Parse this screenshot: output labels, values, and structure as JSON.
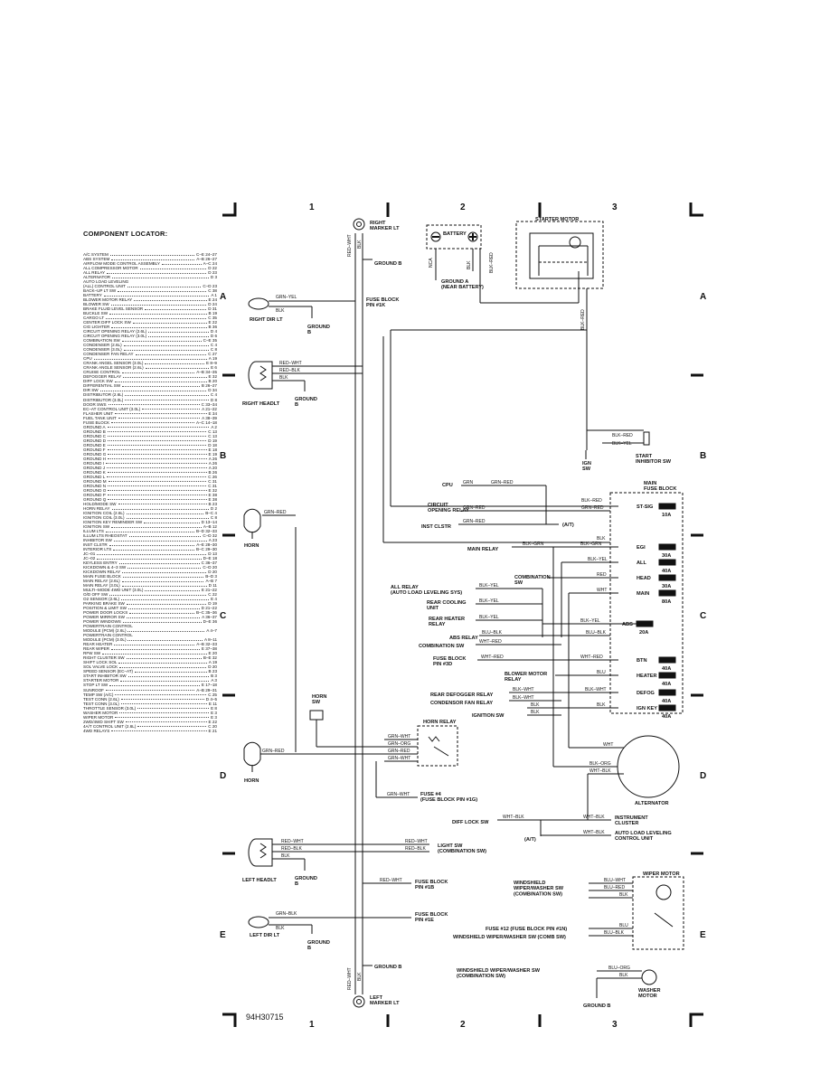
{
  "locator": {
    "title": "COMPONENT LOCATOR:",
    "items": [
      {
        "name": "A/C SYSTEM",
        "ref": "C–E 24–27"
      },
      {
        "name": "ABS SYSTEM",
        "ref": "A–B 26–27"
      },
      {
        "name": "AIRFLOW MODE CONTROL ASSEMBLY",
        "ref": "A–C 24"
      },
      {
        "name": "ALL COMPRESSOR MOTOR",
        "ref": "D 22"
      },
      {
        "name": "ALL RELAY",
        "ref": "D 23"
      },
      {
        "name": "ALTERNATOR",
        "ref": "D 3"
      },
      {
        "name": "AUTO LOAD LEVELING",
        "ref": ""
      },
      {
        "name": "  (ALL) CONTROL UNIT",
        "ref": "C–D 23"
      },
      {
        "name": "BACK–UP LT SW",
        "ref": "C 38"
      },
      {
        "name": "BATTERY",
        "ref": "A 1"
      },
      {
        "name": "BLOWER MOTOR RELAY",
        "ref": "E 24"
      },
      {
        "name": "BLOWER SW",
        "ref": "D 24"
      },
      {
        "name": "BRAKE FLUID LEVEL SENSOR",
        "ref": "D 31"
      },
      {
        "name": "BUCKLE SW",
        "ref": "B 19"
      },
      {
        "name": "CARGO LT",
        "ref": "C 35"
      },
      {
        "name": "CENTER DIFF LOCK SW",
        "ref": "E 22"
      },
      {
        "name": "CIG LIGHTER",
        "ref": "B 36"
      },
      {
        "name": "CIRCUIT OPENING RELAY (2.6L)",
        "ref": "D 4"
      },
      {
        "name": "CIRCUIT OPENING RELAY (3.0L)",
        "ref": "D 6"
      },
      {
        "name": "COMBINATION SW",
        "ref": "C–E 35"
      },
      {
        "name": "CONDENSER (2.6L)",
        "ref": "C 4"
      },
      {
        "name": "CONDENSER (3.0L)",
        "ref": "C 8"
      },
      {
        "name": "CONDENSER FAN RELAY",
        "ref": "C 27"
      },
      {
        "name": "CPU",
        "ref": "A 19"
      },
      {
        "name": "CRANK ANGEL SENSOR (3.0L)",
        "ref": "E 8–9"
      },
      {
        "name": "CRANK ANGLE SENSOR (2.6L)",
        "ref": "E 6"
      },
      {
        "name": "CRUISE CONTROL",
        "ref": "A–B 34–35"
      },
      {
        "name": "DEFOGGER RELAY",
        "ref": "E 32"
      },
      {
        "name": "DIFF LOCK SW",
        "ref": "B 20"
      },
      {
        "name": "DIFFERENTIAL SW",
        "ref": "B 26–27"
      },
      {
        "name": "DIR SW",
        "ref": "D 34"
      },
      {
        "name": "DISTRIBUTOR (2.6L)",
        "ref": "C 4"
      },
      {
        "name": "DISTRIBUTOR (3.0L)",
        "ref": "D 8"
      },
      {
        "name": "DOOR SWS",
        "ref": "C 33–34"
      },
      {
        "name": "EC–AT CONTROL UNIT (3.0L)",
        "ref": "A 21–22"
      },
      {
        "name": "FLASHER UNIT",
        "ref": "E 34"
      },
      {
        "name": "FUEL TANK UNIT",
        "ref": "A 38–39"
      },
      {
        "name": "FUSE BLOCK",
        "ref": "A–C 14–18"
      },
      {
        "name": "GROUND A",
        "ref": "A 2"
      },
      {
        "name": "GROUND B",
        "ref": "C 13"
      },
      {
        "name": "GROUND C",
        "ref": "C 13"
      },
      {
        "name": "GROUND D",
        "ref": "D 19"
      },
      {
        "name": "GROUND E",
        "ref": "D 18"
      },
      {
        "name": "GROUND F",
        "ref": "E 18"
      },
      {
        "name": "GROUND G",
        "ref": "E 19"
      },
      {
        "name": "GROUND H",
        "ref": "A 26"
      },
      {
        "name": "GROUND I",
        "ref": "A 26"
      },
      {
        "name": "GROUND J",
        "ref": "A 20"
      },
      {
        "name": "GROUND K",
        "ref": "B 26"
      },
      {
        "name": "GROUND L",
        "ref": "C 26"
      },
      {
        "name": "GROUND M",
        "ref": "C 31"
      },
      {
        "name": "GROUND N",
        "ref": "C 31"
      },
      {
        "name": "GROUND O",
        "ref": "E 32"
      },
      {
        "name": "GROUND P",
        "ref": "E 38"
      },
      {
        "name": "GROUND Q",
        "ref": "E 38"
      },
      {
        "name": "HOLD/MODE SW",
        "ref": "B 23"
      },
      {
        "name": "HORN RELAY",
        "ref": "D 2"
      },
      {
        "name": "IGNITION COIL (2.6L)",
        "ref": "B–C 4"
      },
      {
        "name": "IGNITION COIL (3.0L)",
        "ref": "C 8"
      },
      {
        "name": "IGNITION KEY REMINDER SW",
        "ref": "D 13–14"
      },
      {
        "name": "IGNITION SW",
        "ref": "A–B 12"
      },
      {
        "name": "ILLUM LTS",
        "ref": "B–D 32–33"
      },
      {
        "name": "ILLUM LTS RHEOSTAT",
        "ref": "C–D 32"
      },
      {
        "name": "INHIBITOR SW",
        "ref": "A 23"
      },
      {
        "name": "INST CLSTR",
        "ref": "A–E 28–30"
      },
      {
        "name": "INTERIOR LTS",
        "ref": "B–C 29–30"
      },
      {
        "name": "JC–01",
        "ref": "D 13"
      },
      {
        "name": "JC–02",
        "ref": "D–E 18"
      },
      {
        "name": "KEYLESS ENTRY",
        "ref": "C 36–37"
      },
      {
        "name": "KICKDOWN & 4–3 SW",
        "ref": "C–D 20"
      },
      {
        "name": "KICKDOWN RELAY",
        "ref": "D 20"
      },
      {
        "name": "MAIN FUSE BLOCK",
        "ref": "B–D 3"
      },
      {
        "name": "MAIN RELAY (2.6L)",
        "ref": "A–B 7"
      },
      {
        "name": "MAIN RELAY (3.0L)",
        "ref": "D 11"
      },
      {
        "name": "MULTI–MODE 4WD UNIT (3.0L)",
        "ref": "E 21–22"
      },
      {
        "name": "O/D OFF SW",
        "ref": "C 22"
      },
      {
        "name": "O2 SENSOR (2.6L)",
        "ref": "E 4"
      },
      {
        "name": "PARKING BRAKE SW",
        "ref": "D 19"
      },
      {
        "name": "POSITION & LIMIT SW",
        "ref": "D 21–22"
      },
      {
        "name": "POWER DOOR LOCKS",
        "ref": "B–C 35–36"
      },
      {
        "name": "POWER MIRROR SW",
        "ref": "A 36–37"
      },
      {
        "name": "POWER WINDOWS",
        "ref": "D–E 36"
      },
      {
        "name": "POWERTRAIN CONTROL",
        "ref": ""
      },
      {
        "name": "  MODULE (PCM) (2.6L)",
        "ref": "A 4–7"
      },
      {
        "name": "POWERTRAIN CONTROL",
        "ref": ""
      },
      {
        "name": "  MODULE (PCM) (3.0L)",
        "ref": "A 8–11"
      },
      {
        "name": "REAR HEATER",
        "ref": "A–B 32–33"
      },
      {
        "name": "REAR WIPER",
        "ref": "E 37–38"
      },
      {
        "name": "RFW SW",
        "ref": "E 20"
      },
      {
        "name": "RIGHT CLUSTER SW",
        "ref": "B–E 32"
      },
      {
        "name": "SHIFT LOCK SOL",
        "ref": "A 19"
      },
      {
        "name": "SOL VALVE LOCK",
        "ref": "D 20"
      },
      {
        "name": "SPEED SENSOR (EC–AT)",
        "ref": "B 23"
      },
      {
        "name": "START INHIBITOR SW",
        "ref": "B 3"
      },
      {
        "name": "STARTER MOTOR",
        "ref": "A 3"
      },
      {
        "name": "STOP LT SW",
        "ref": "E 17–18"
      },
      {
        "name": "SUNROOF",
        "ref": "A–B 29–31"
      },
      {
        "name": "TEMP SW (A/C)",
        "ref": "C 25"
      },
      {
        "name": "TEST CONN (2.6L)",
        "ref": "D 4–5"
      },
      {
        "name": "TEST CONN (3.0L)",
        "ref": "E 11"
      },
      {
        "name": "THROTTLE SENSOR (3.0L)",
        "ref": "E 8"
      },
      {
        "name": "WASHER MOTOR",
        "ref": "E 3"
      },
      {
        "name": "WIPER MOTOR",
        "ref": "E 3"
      },
      {
        "name": "2WD/4WD SHIFT SW",
        "ref": "E 22"
      },
      {
        "name": "4A/T CONTROL UNIT (2.6L)",
        "ref": "C 20"
      },
      {
        "name": "4WD RELAYS",
        "ref": "E 21"
      }
    ]
  },
  "grid": {
    "columns": [
      "1",
      "2",
      "3"
    ],
    "rows": [
      "A",
      "B",
      "C",
      "D",
      "E"
    ]
  },
  "diagram_code": "94H30715",
  "labels": {
    "right_marker_lt": "RIGHT\nMARKER LT",
    "left_marker_lt": "LEFT\nMARKER LT",
    "ground_b": "GROUND B",
    "ground_b_stack": "GROUND\nB",
    "battery": "BATTERY",
    "ground_a": "GROUND A\n(NEAR BATTERY)",
    "starter_motor": "STARTER MOTOR",
    "fuse_block_1k": "FUSE BLOCK\nPIN #1K",
    "fuse_block_1b": "FUSE BLOCK\nPIN #1B",
    "fuse_block_1e": "FUSE BLOCK\nPIN #1E",
    "right_dir_lt": "RIGHT DIR LT",
    "left_dir_lt": "LEFT DIR LT",
    "right_headlt": "RIGHT HEADLT",
    "left_headlt": "LEFT HEADLT",
    "ign_sw": "IGN\nSW",
    "start_inhibitor": "START\nINHIBITOR SW",
    "main_fuse_block": "MAIN\nFUSE BLOCK",
    "cpu": "CPU",
    "circuit_opening_relay": "CIRCUIT\nOPENING RELAY",
    "inst_clstr": "INST CLSTR",
    "at": "(A/T)",
    "main_relay": "MAIN RELAY",
    "combination_sw": "COMBINATION\nSW",
    "all_relay": "ALL RELAY\n(AUTO LOAD LEVELING SYS)",
    "rear_cooling_unit": "REAR COOLING\nUNIT",
    "rear_heater_relay": "REAR HEATER\nRELAY",
    "abs_relay": "ABS RELAY",
    "combination_sw2": "COMBINATION SW",
    "fuse_block_3d": "FUSE BLOCK\nPIN #3D",
    "blower_motor_relay": "BLOWER MOTOR\nRELAY",
    "rear_defogger_relay": "REAR DEFOGGER RELAY",
    "condensor_fan_relay": "CONDENSOR FAN RELAY",
    "ignition_sw": "IGNITION SW",
    "horn": "HORN",
    "horn_sw": "HORN\nSW",
    "horn_relay": "HORN RELAY",
    "fuse_4": "FUSE #4\n(FUSE BLOCK PIN #1G)",
    "alternator": "ALTERNATOR",
    "diff_lock_sw": "DIFF LOCK SW",
    "instrument_cluster": "INSTRUMENT\nCLUSTER",
    "auto_load_leveling": "AUTO LOAD LEVELING\nCONTROL UNIT",
    "light_sw": "LIGHT SW\n(COMBINATION SW)",
    "wiper_motor": "WIPER MOTOR",
    "windshield_wiper_sw": "WINDSHIELD\nWIPER/WASHER SW\n(COMBINATION SW)",
    "fuse_12": "FUSE #12 (FUSE BLOCK PIN #1N)",
    "windshield_wiper_comb": "WINDSHIELD WIPER/WASHER SW (COMB SW)",
    "windshield_washer_sw": "WINDSHIELD WIPER/WASHER SW\n(COMBINATION SW)",
    "washer_motor": "WASHER\nMOTOR",
    "ground_b_text": "GROUND B"
  },
  "fuses": [
    {
      "name": "ST-SIG",
      "rating": "10A"
    },
    {
      "name": "EGI",
      "rating": "30A"
    },
    {
      "name": "ALL",
      "rating": "40A"
    },
    {
      "name": "HEAD",
      "rating": "30A"
    },
    {
      "name": "MAIN",
      "rating": "80A"
    },
    {
      "name": "ABS",
      "rating": "20A"
    },
    {
      "name": "BTN",
      "rating": "40A"
    },
    {
      "name": "HEATER",
      "rating": "40A"
    },
    {
      "name": "DEFOG",
      "rating": "40A"
    },
    {
      "name": "IGN KEY",
      "rating": "40A"
    }
  ],
  "wires": {
    "red_wht": "RED–WHT",
    "red_blk": "RED–BLK",
    "blk": "BLK",
    "grn_yel": "GRN–YEL",
    "grn_blk": "GRN–BLK",
    "grn_red": "GRN–RED",
    "grn": "GRN",
    "blk_red": "BLK–RED",
    "blk_yel": "BLK–YEL",
    "blk_grn": "BLK–GRN",
    "wht_red": "WHT–RED",
    "blu_blk": "BLU–BLK",
    "blk_wht": "BLK–WHT",
    "blu": "BLU",
    "red": "RED",
    "wht": "WHT",
    "grn_wht": "GRN–WHT",
    "grn_org": "GRN–ORG",
    "blk_org": "BLK–ORG",
    "wht_blk": "WHT–BLK",
    "blu_wht": "BLU–WHT",
    "blu_red": "BLU–RED",
    "blu_org": "BLU–ORG",
    "nca": "NCA"
  }
}
